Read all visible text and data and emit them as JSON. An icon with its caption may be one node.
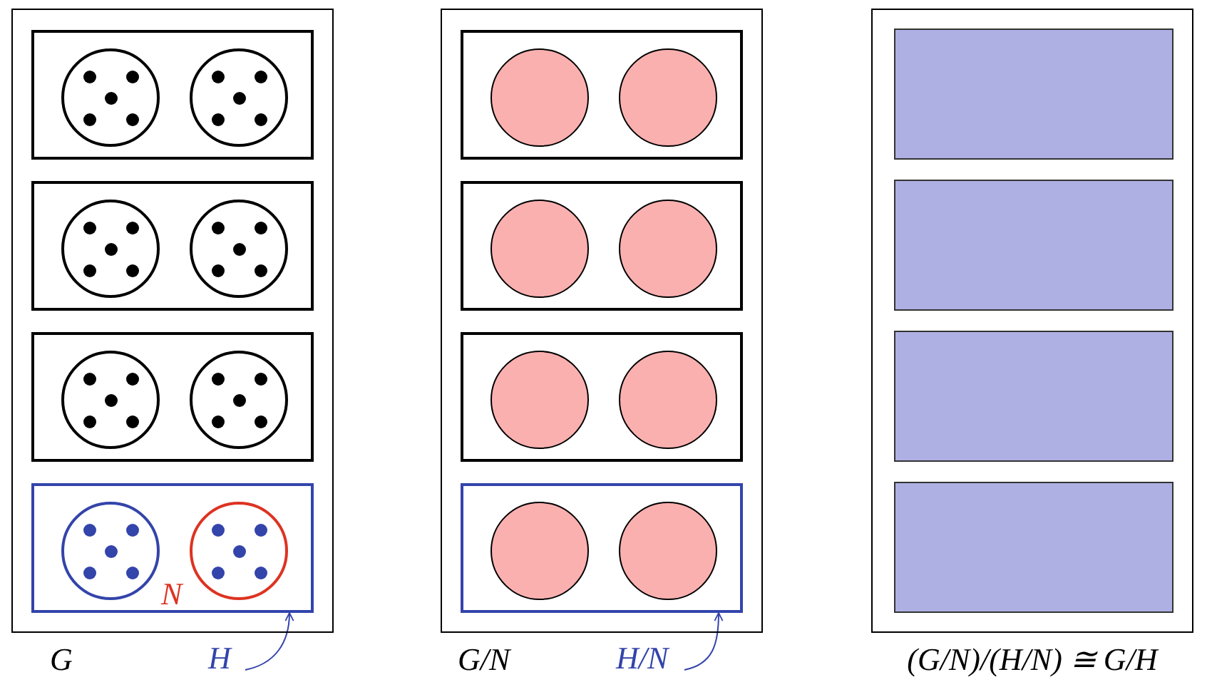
{
  "diagram": {
    "nodes": [
      {
        "text": [
          "G"
        ]
      },
      {
        "text": [],
        "shape": "box",
        "in": 0
      },
      {
        "text": [],
        "shape": "circle",
        "in": 1
      },
      {
        "text": [],
        "shape": "circle",
        "in": 1
      },
      {
        "text": [],
        "shape": "box",
        "in": 0
      },
      {
        "text": [],
        "shape": "circle",
        "in": 4
      },
      {
        "text": [],
        "shape": "circle",
        "in": 4
      },
      {
        "text": [],
        "shape": "box",
        "in": 0
      },
      {
        "text": [],
        "shape": "circle",
        "in": 7
      },
      {
        "text": [],
        "shape": "circle",
        "in": 7
      },
      {
        "text": [],
        "shape": "box",
        "in": 0
      },
      {
        "text": [],
        "shape": "circle",
        "in": 10
      },
      {
        "text": [],
        "shape": "circle",
        "in": 10,
        "beside": [
          "N"
        ]
      },
      {
        "text": [
          "H"
        ]
      },
      {
        "text": [
          "G/N"
        ]
      },
      {
        "text": [],
        "shape": "box",
        "in": 14
      },
      {
        "text": [],
        "shape": "circle",
        "in": 15
      },
      {
        "text": [],
        "shape": "circle",
        "in": 15
      },
      {
        "text": [],
        "shape": "box",
        "in": 14
      },
      {
        "text": [],
        "shape": "circle",
        "in": 18
      },
      {
        "text": [],
        "shape": "circle",
        "in": 18
      },
      {
        "text": [],
        "shape": "box",
        "in": 14
      },
      {
        "text": [],
        "shape": "circle",
        "in": 21
      },
      {
        "text": [],
        "shape": "circle",
        "in": 21
      },
      {
        "text": [],
        "shape": "box",
        "in": 14
      },
      {
        "text": [],
        "shape": "circle",
        "in": 24
      },
      {
        "text": [],
        "shape": "circle",
        "in": 24
      },
      {
        "text": [
          "H/N"
        ]
      },
      {
        "text": [
          "(G/N)/(H/N) ≅ G/H"
        ]
      },
      {
        "text": [],
        "shape": "box",
        "in": 28
      },
      {
        "text": [],
        "shape": "box",
        "in": 28
      },
      {
        "text": [],
        "shape": "box",
        "in": 28
      },
      {
        "text": [],
        "shape": "box",
        "in": 28
      }
    ],
    "edges": [
      {
        "from": 13,
        "to": 10,
        "arrow": "to"
      },
      {
        "from": 27,
        "to": 24,
        "arrow": "to"
      }
    ]
  }
}
